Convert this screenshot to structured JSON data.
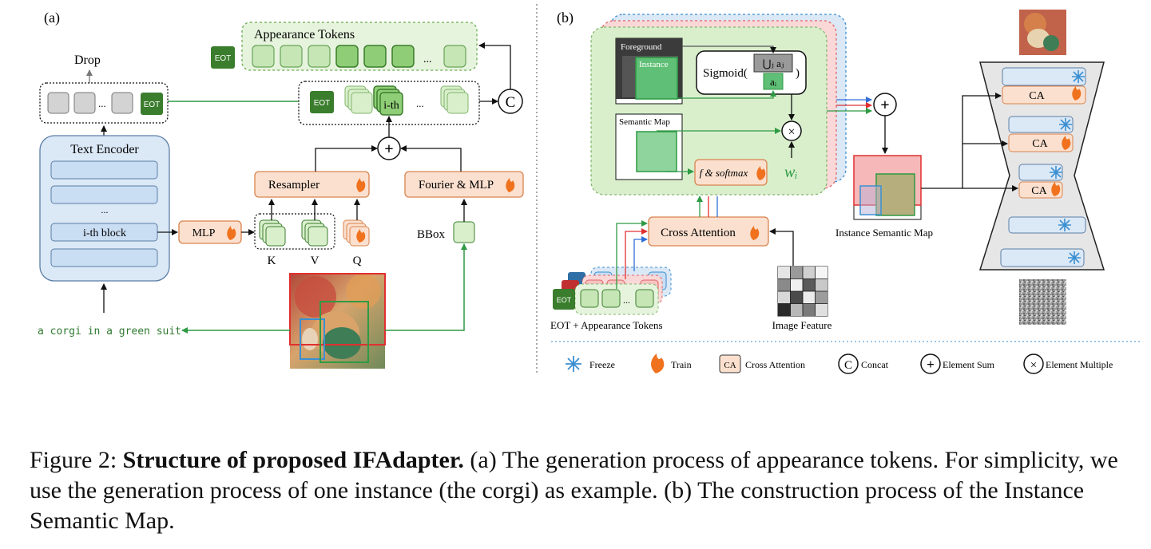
{
  "figure": {
    "panel_a": {
      "label": "(a)",
      "drop_label": "Drop",
      "appearance_tokens_title": "Appearance Tokens",
      "eot": "EOT",
      "ellipsis": "...",
      "text_encoder_title": "Text Encoder",
      "encoder_ellipsis": "...",
      "ith_block": "i-th block",
      "ith_token": "i-th",
      "mlp": "MLP",
      "resampler": "Resampler",
      "fourier_mlp": "Fourier & MLP",
      "k": "K",
      "v": "V",
      "q": "Q",
      "bbox": "BBox",
      "concat": "C",
      "plus": "+",
      "prompt": "a corgi in a green suit"
    },
    "panel_b": {
      "label": "(b)",
      "foreground": "Foreground",
      "instance": "Instance",
      "sigmoid": "Sigmoid(",
      "sigmoid_close": ")",
      "union_aj": "⋃ⱼ aⱼ",
      "ai": "aᵢ",
      "semantic_map": "Semantic Map",
      "f_softmax": "f & softmax",
      "wi": "wᵢ",
      "times": "×",
      "plus": "+",
      "cross_attention": "Cross Attention",
      "eot": "EOT",
      "ellipsis": "...",
      "eot_appearance_tokens": "EOT + Appearance Tokens",
      "image_feature": "Image Feature",
      "instance_semantic_map": "Instance Semantic Map",
      "ca": "CA"
    },
    "legend": {
      "freeze": "Freeze",
      "train": "Train",
      "ca_icon": "CA",
      "cross_attention": "Cross Attention",
      "concat_icon": "C",
      "concat": "Concat",
      "sum_icon": "+",
      "element_sum": "Element Sum",
      "mult_icon": "×",
      "element_multiple": "Element Multiple"
    },
    "colors": {
      "green_fill": "#d9efcc",
      "green_dark": "#3a7d2c",
      "orange_fill": "#fbe0cf",
      "orange_stroke": "#d9834d",
      "blue_fill": "#dbe8f6",
      "blue_stroke": "#5b7ea6",
      "red": "#e03030",
      "blue": "#2f6fd6",
      "green": "#2f9a44"
    }
  },
  "caption": {
    "prefix": "Figure 2: ",
    "bold": "Structure of proposed IFAdapter.",
    "text": " (a) The generation process of appearance tokens. For simplicity, we use the generation process of one instance (the corgi) as example. (b) The construction process of the Instance Semantic Map."
  }
}
